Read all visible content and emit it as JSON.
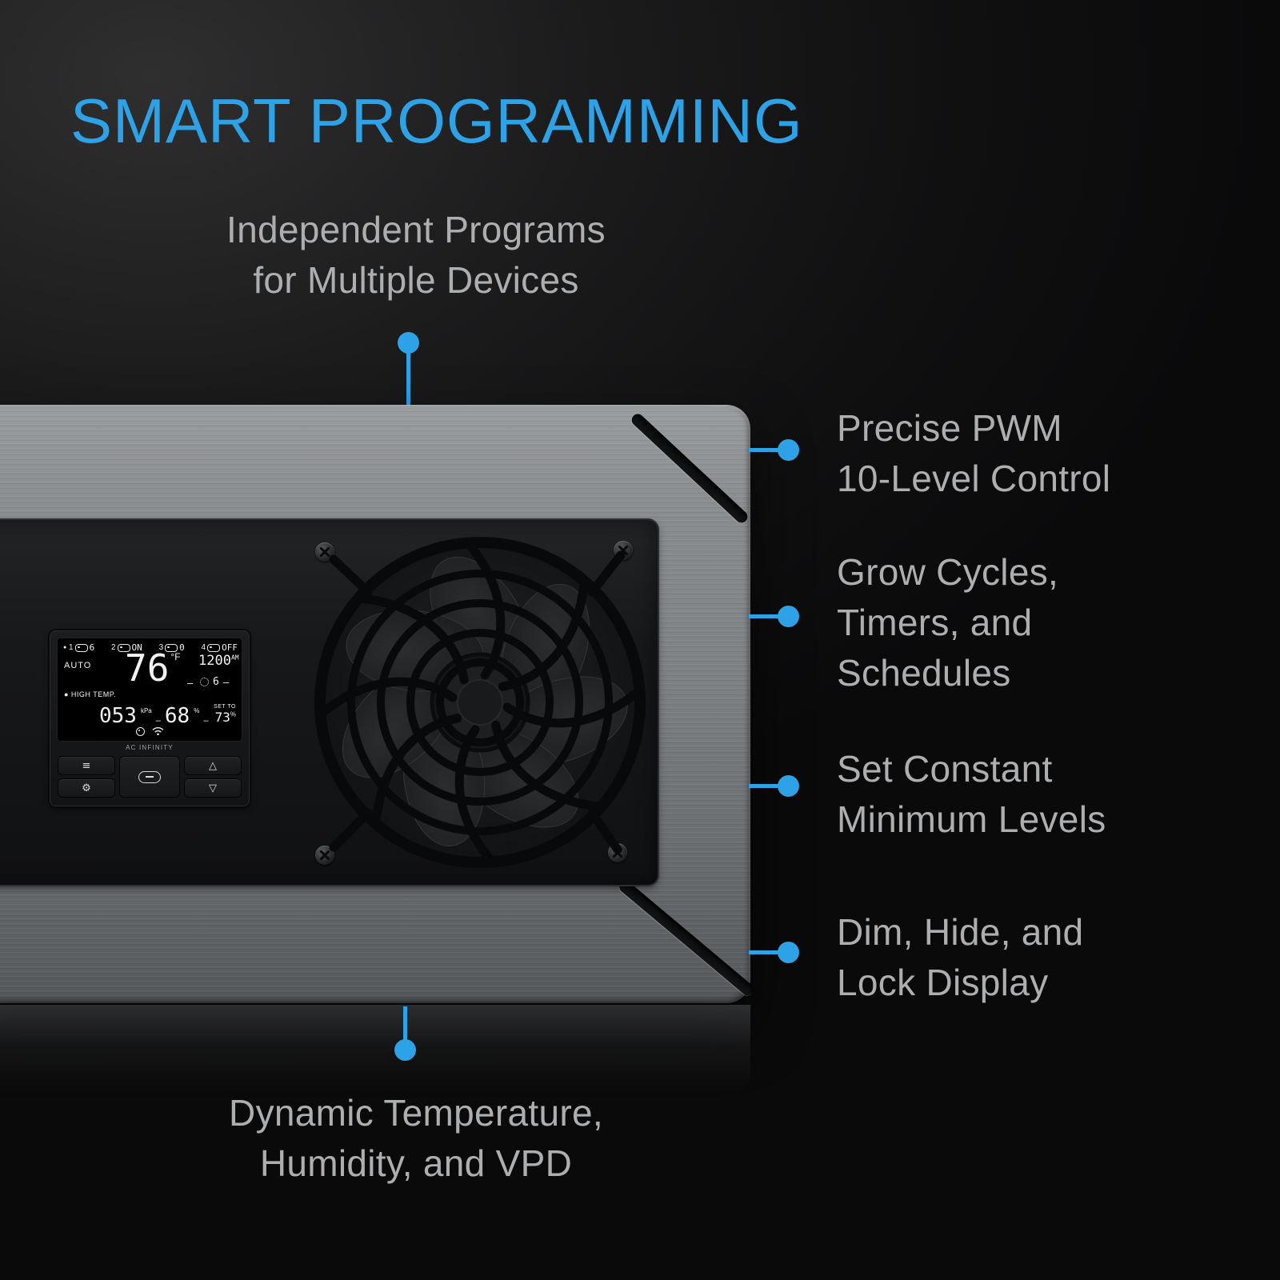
{
  "banner": {
    "title": "SMART PROGRAMMING",
    "accent_color": "#2DA2E6",
    "text_color": "#ACAEB0"
  },
  "callouts": {
    "top": {
      "lines": [
        "Independent Programs",
        "for Multiple Devices"
      ]
    },
    "right": [
      {
        "lines": [
          "Precise PWM",
          "10-Level Control"
        ]
      },
      {
        "lines": [
          "Grow Cycles,",
          "Timers, and",
          "Schedules"
        ]
      },
      {
        "lines": [
          "Set Constant",
          "Minimum Levels"
        ]
      },
      {
        "lines": [
          "Dim, Hide, and",
          "Lock Display"
        ]
      }
    ],
    "bottom": {
      "lines": [
        "Dynamic Temperature,",
        "Humidity, and VPD"
      ]
    }
  },
  "device": {
    "display": {
      "ports": [
        {
          "marker": "●",
          "label": "1",
          "value": "6"
        },
        {
          "marker": "",
          "label": "2",
          "value": "ON"
        },
        {
          "marker": "",
          "label": "3",
          "value": "0"
        },
        {
          "marker": "",
          "label": "4",
          "value": "OFF"
        }
      ],
      "mode": "AUTO",
      "temperature": "76",
      "temperature_unit": "°F",
      "temperature_dash": "–",
      "clock": "1200",
      "clock_suffix": "AM",
      "cycle_value": "6",
      "cycle_dash": "–",
      "alert": "● HIGH TEMP.",
      "vpd_value": "053",
      "vpd_unit": "kPa",
      "vpd_dash": "–",
      "humidity_value": "68",
      "humidity_unit": "%",
      "humidity_dash": "–",
      "set_to_label": "SET TO",
      "set_to_value": "73",
      "set_to_unit": "%",
      "brand": "AC INFINITY"
    },
    "buttons": {
      "menu_glyph": "≡",
      "settings_glyph": "⚙",
      "up_glyph": "△",
      "down_glyph": "▽"
    }
  }
}
